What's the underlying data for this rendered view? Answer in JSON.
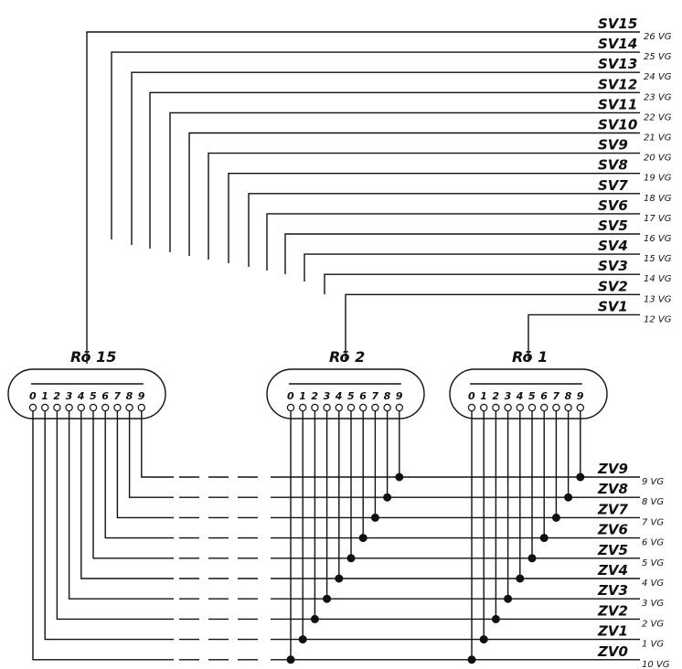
{
  "sv": [
    {
      "label": "SV15",
      "value": "26 VG"
    },
    {
      "label": "SV14",
      "value": "25 VG"
    },
    {
      "label": "SV13",
      "value": "24 VG"
    },
    {
      "label": "SV12",
      "value": "23 VG"
    },
    {
      "label": "SV11",
      "value": "22 VG"
    },
    {
      "label": "SV10",
      "value": "21 VG"
    },
    {
      "label": "SV9",
      "value": "20 VG"
    },
    {
      "label": "SV8",
      "value": "19 VG"
    },
    {
      "label": "SV7",
      "value": "18 VG"
    },
    {
      "label": "SV6",
      "value": "17 VG"
    },
    {
      "label": "SV5",
      "value": "16 VG"
    },
    {
      "label": "SV4",
      "value": "15 VG"
    },
    {
      "label": "SV3",
      "value": "14 VG"
    },
    {
      "label": "SV2",
      "value": "13 VG"
    },
    {
      "label": "SV1",
      "value": "12 VG"
    }
  ],
  "zv": [
    {
      "label": "ZV9",
      "value": "9 VG"
    },
    {
      "label": "ZV8",
      "value": "8 VG"
    },
    {
      "label": "ZV7",
      "value": "7 VG"
    },
    {
      "label": "ZV6",
      "value": "6 VG"
    },
    {
      "label": "ZV5",
      "value": "5 VG"
    },
    {
      "label": "ZV4",
      "value": "4 VG"
    },
    {
      "label": "ZV3",
      "value": "3 VG"
    },
    {
      "label": "ZV2",
      "value": "2 VG"
    },
    {
      "label": "ZV1",
      "value": "1 VG"
    },
    {
      "label": "ZV0",
      "value": "10 VG"
    }
  ],
  "tubes": [
    {
      "label": "Rö 15"
    },
    {
      "label": "Rö 2"
    },
    {
      "label": "Rö 1"
    }
  ],
  "pins": [
    "0",
    "1",
    "2",
    "3",
    "4",
    "5",
    "6",
    "7",
    "8",
    "9"
  ]
}
